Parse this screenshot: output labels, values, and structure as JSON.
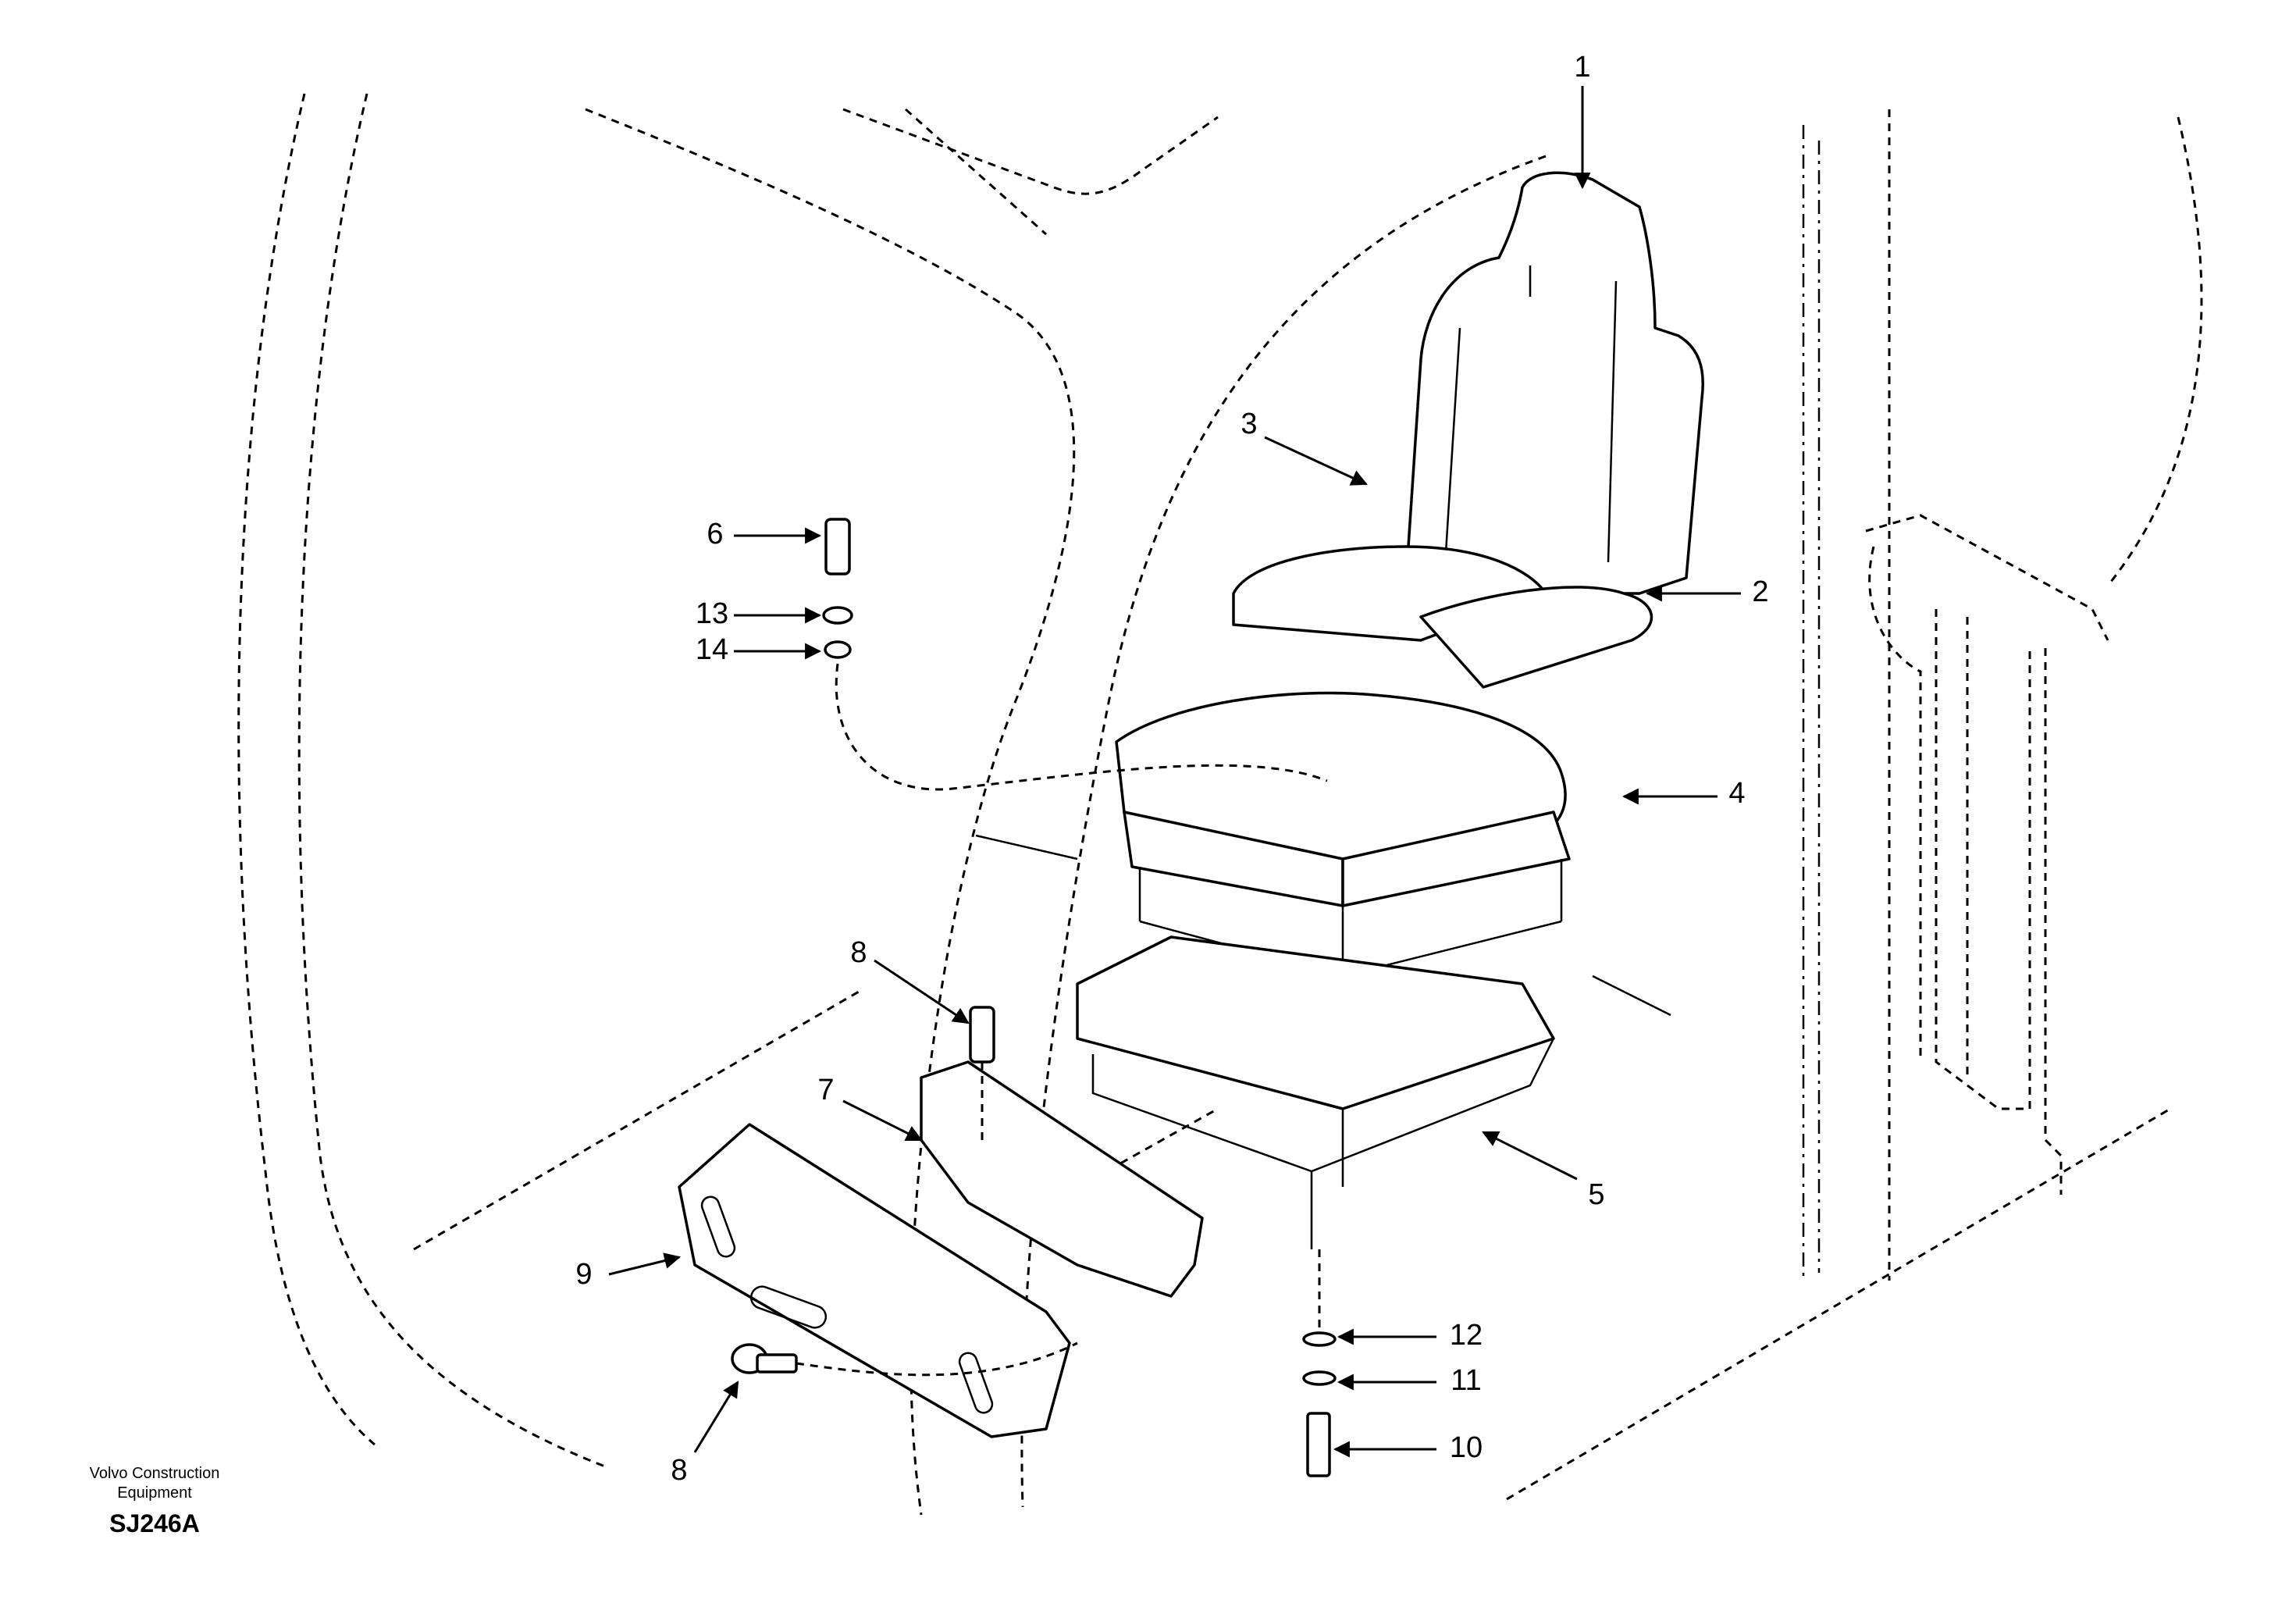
{
  "diagram": {
    "callouts": [
      {
        "id": "1",
        "text": "1"
      },
      {
        "id": "2",
        "text": "2"
      },
      {
        "id": "3",
        "text": "3"
      },
      {
        "id": "4",
        "text": "4"
      },
      {
        "id": "5",
        "text": "5"
      },
      {
        "id": "6",
        "text": "6"
      },
      {
        "id": "7",
        "text": "7"
      },
      {
        "id": "8a",
        "text": "8"
      },
      {
        "id": "8b",
        "text": "8"
      },
      {
        "id": "9",
        "text": "9"
      },
      {
        "id": "10",
        "text": "10"
      },
      {
        "id": "11",
        "text": "11"
      },
      {
        "id": "12",
        "text": "12"
      },
      {
        "id": "13",
        "text": "13"
      },
      {
        "id": "14",
        "text": "14"
      }
    ],
    "caption": {
      "line1": "Volvo Construction",
      "line2": "Equipment",
      "code": "SJ246A"
    }
  }
}
